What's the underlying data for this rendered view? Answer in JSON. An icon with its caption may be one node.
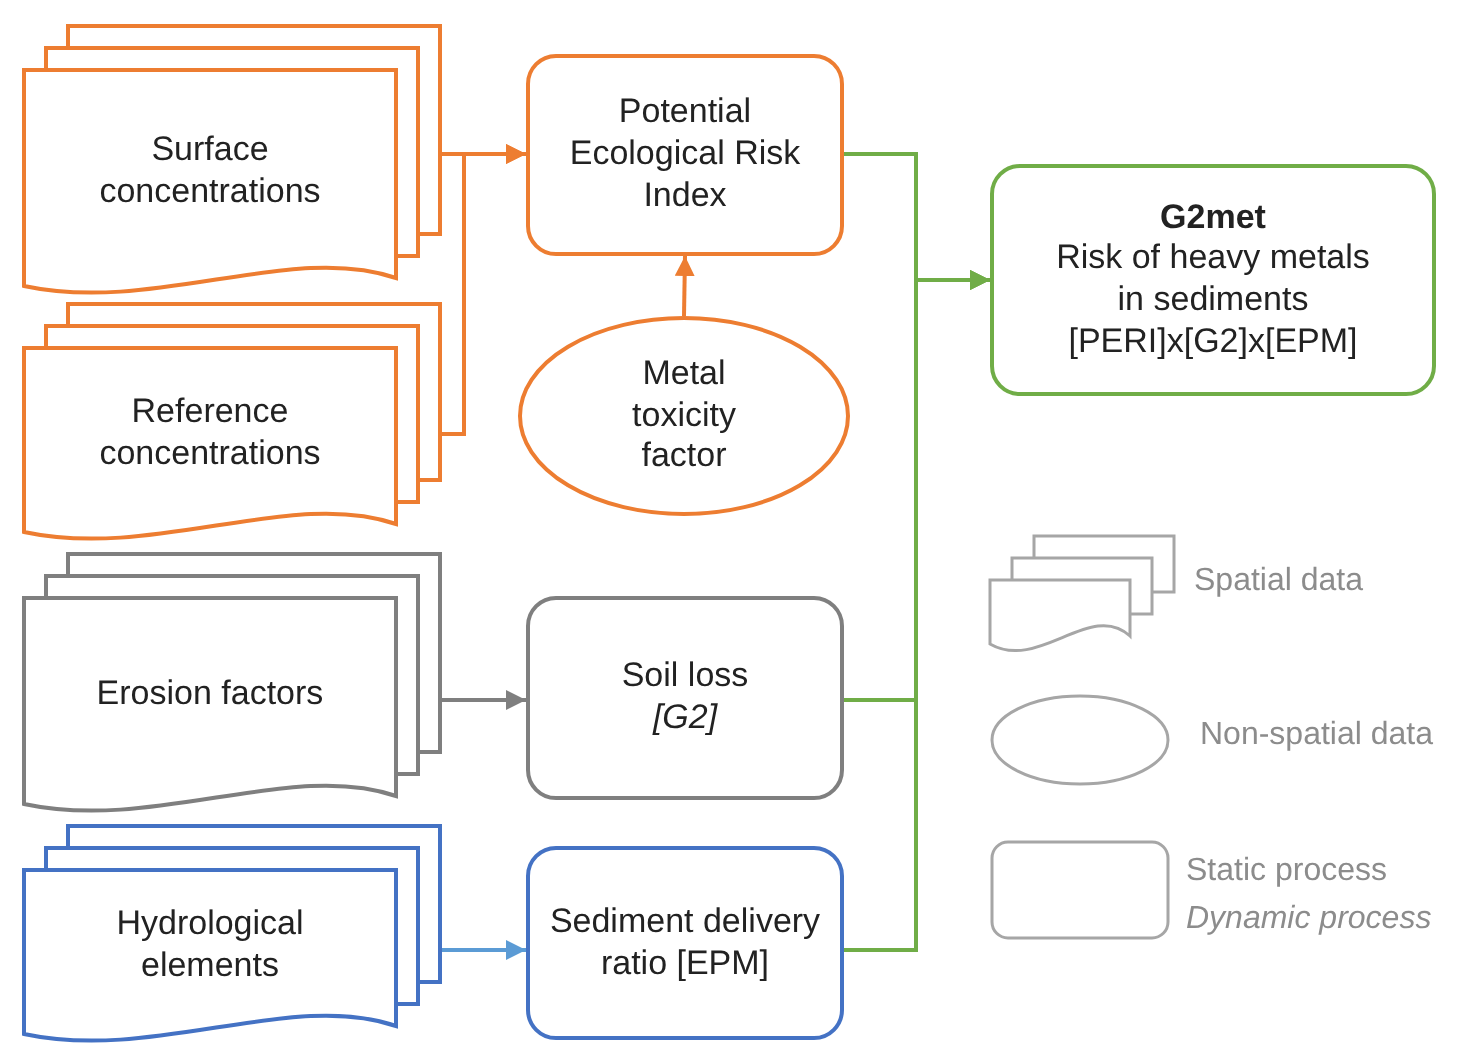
{
  "diagram": {
    "nodes": [
      {
        "text": [
          "Surface concentrations"
        ]
      },
      {
        "text": [
          "Reference concentrations"
        ]
      },
      {
        "text": [
          "Potential Ecological Risk Index"
        ]
      },
      {
        "text": [
          "Metal toxicity factor"
        ]
      },
      {
        "text": [
          "G2met",
          "Risk of heavy metals in sediments [PERI]x[G2]x[EPM]"
        ]
      },
      {
        "text": [
          "Erosion factors"
        ]
      },
      {
        "text": [
          "Soil loss *[G2]*"
        ]
      },
      {
        "text": [
          "Hydrological elements"
        ]
      },
      {
        "text": [
          "Sediment delivery ratio [EPM]"
        ]
      }
    ],
    "edges": [
      {
        "from": 0,
        "to": 2,
        "arrow": "to",
        "color": "#ed7d31"
      },
      {
        "from": 1,
        "to": 2,
        "arrow": "to",
        "color": "#ed7d31"
      },
      {
        "from": 3,
        "to": 2,
        "arrow": "to",
        "color": "#ed7d31"
      },
      {
        "from": 5,
        "to": 6,
        "arrow": "to",
        "color": "#7f7f7f"
      },
      {
        "from": 7,
        "to": 8,
        "arrow": "to",
        "color": "#5b9bd5"
      },
      {
        "from": 2,
        "to": 4,
        "arrow": "to",
        "color": "#70ad47"
      },
      {
        "from": 6,
        "to": 4,
        "arrow": "to",
        "color": "#70ad47"
      },
      {
        "from": 8,
        "to": 4,
        "arrow": "to",
        "color": "#70ad47"
      }
    ],
    "legend": [
      {
        "text": "Spatial data"
      },
      {
        "text": "Non-spatial data"
      },
      {
        "text": "Static process"
      },
      {
        "text": "Dynamic process"
      }
    ]
  }
}
